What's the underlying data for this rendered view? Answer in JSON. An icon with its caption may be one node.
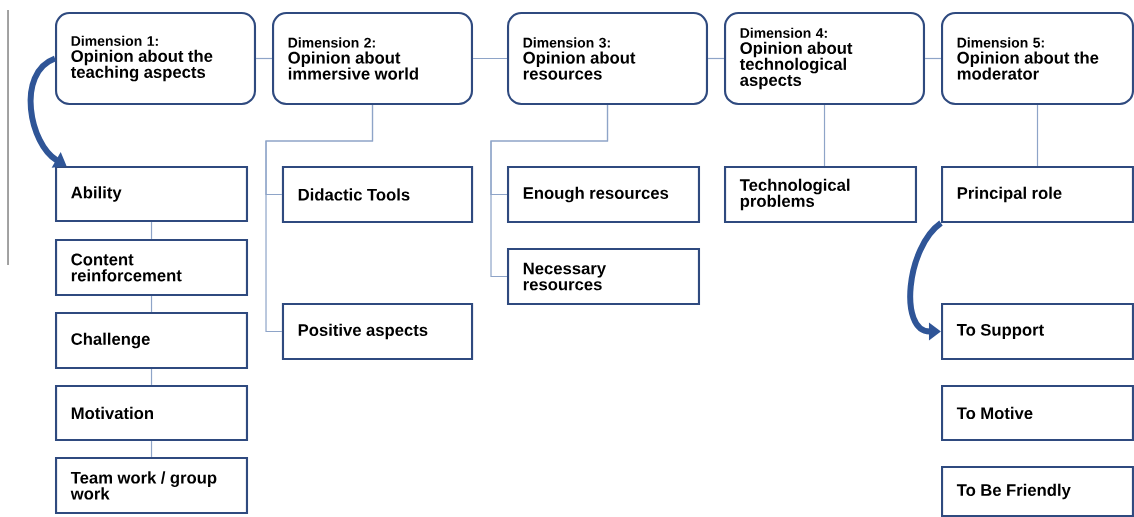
{
  "diagram": {
    "nodes": [
      {
        "text": [
          "Dimension 1:",
          "Opinion about the teaching aspects"
        ]
      },
      {
        "text": [
          "Dimension 2:",
          "Opinion about immersive world"
        ]
      },
      {
        "text": [
          "Dimension 3:",
          "Opinion about resources"
        ]
      },
      {
        "text": [
          "Dimension 4:",
          "Opinion about technological aspects"
        ]
      },
      {
        "text": [
          "Dimension 5:",
          "Opinion about the moderator"
        ]
      },
      {
        "text": [
          "Ability"
        ]
      },
      {
        "text": [
          "Content reinforcement"
        ]
      },
      {
        "text": [
          "Challenge"
        ]
      },
      {
        "text": [
          "Motivation"
        ]
      },
      {
        "text": [
          "Team work / group work"
        ]
      },
      {
        "text": [
          "Didactic Tools"
        ]
      },
      {
        "text": [
          "Positive aspects"
        ]
      },
      {
        "text": [
          "Enough resources"
        ]
      },
      {
        "text": [
          "Necessary resources"
        ]
      },
      {
        "text": [
          "Technological problems"
        ]
      },
      {
        "text": [
          "Principal role"
        ]
      },
      {
        "text": [
          "To Support"
        ]
      },
      {
        "text": [
          "To Motive"
        ]
      },
      {
        "text": [
          "To Be Friendly"
        ]
      }
    ],
    "edges": [
      {
        "from": 0,
        "to": 1,
        "arrow": "none"
      },
      {
        "from": 1,
        "to": 2,
        "arrow": "none"
      },
      {
        "from": 2,
        "to": 3,
        "arrow": "none"
      },
      {
        "from": 3,
        "to": 4,
        "arrow": "none"
      },
      {
        "from": 0,
        "to": 5,
        "arrow": "to",
        "style": "thick",
        "color": "#2f5597"
      },
      {
        "from": 5,
        "to": 6,
        "arrow": "none"
      },
      {
        "from": 6,
        "to": 7,
        "arrow": "none"
      },
      {
        "from": 7,
        "to": 8,
        "arrow": "none"
      },
      {
        "from": 8,
        "to": 9,
        "arrow": "none"
      },
      {
        "from": 1,
        "to": 10,
        "arrow": "none"
      },
      {
        "from": 1,
        "to": 11,
        "arrow": "none"
      },
      {
        "from": 2,
        "to": 12,
        "arrow": "none"
      },
      {
        "from": 2,
        "to": 13,
        "arrow": "none"
      },
      {
        "from": 3,
        "to": 14,
        "arrow": "none"
      },
      {
        "from": 4,
        "to": 15,
        "arrow": "none"
      },
      {
        "from": 15,
        "to": 16,
        "arrow": "to",
        "style": "thick",
        "color": "#2f5597"
      }
    ]
  }
}
